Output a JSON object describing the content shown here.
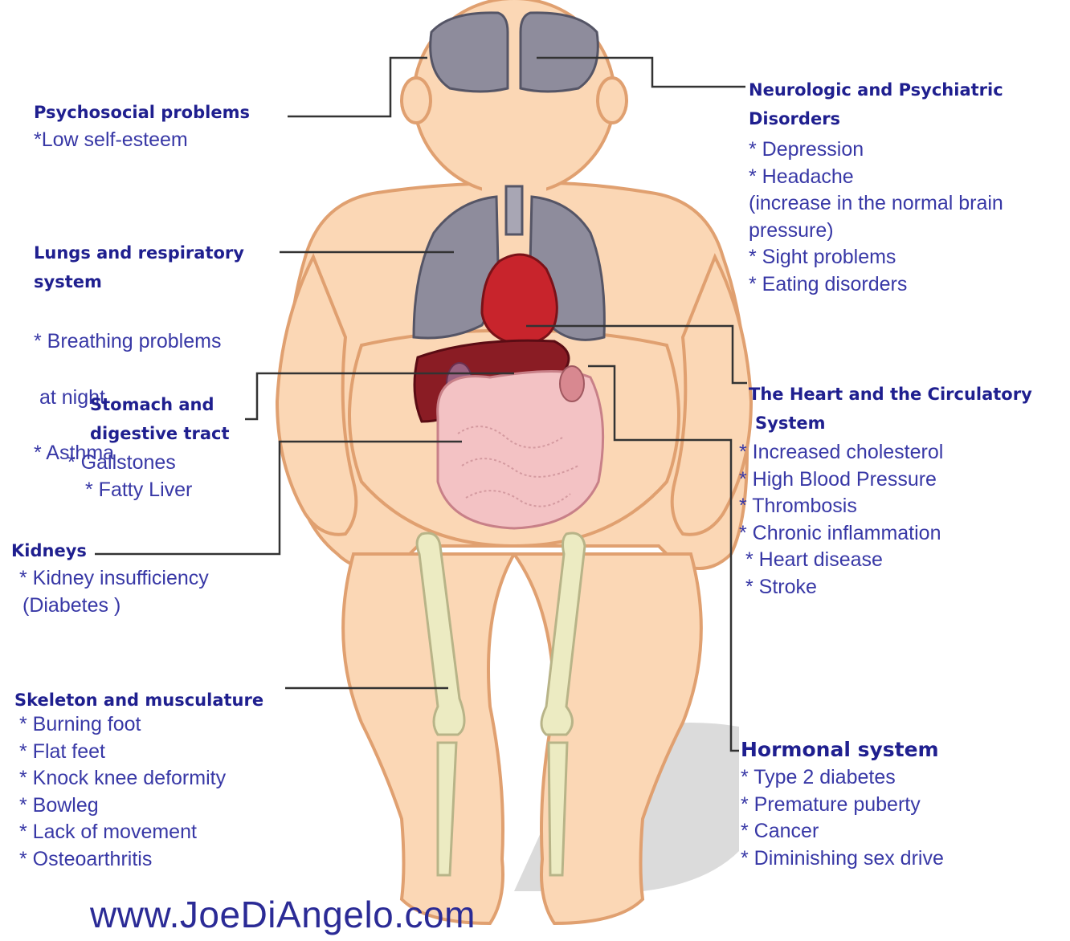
{
  "groups": {
    "psychosocial": {
      "title": "Psychosocial problems",
      "items": [
        "*Low self-esteem"
      ]
    },
    "neurologic": {
      "title_line1": "Neurologic and Psychiatric",
      "title_line2": "Disorders",
      "items": [
        "* Depression",
        "* Headache",
        "(increase in the normal brain",
        "pressure)",
        "* Sight problems",
        "* Eating disorders"
      ]
    },
    "lungs": {
      "title_line1": "Lungs and respiratory",
      "title_line2": "system",
      "items": [
        "* Breathing problems",
        " at night",
        "* Asthma"
      ]
    },
    "stomach": {
      "title_line1": "Stomach and",
      "title_line2": "digestive tract",
      "items": [
        "* Gallstones",
        "* Fatty Liver"
      ]
    },
    "heart": {
      "title_line1": "The Heart and the Circulatory",
      "title_line2": "System",
      "items": [
        "* Increased cholesterol",
        "* High Blood Pressure",
        "* Thrombosis",
        "* Chronic inflammation",
        "* Heart disease",
        "* Stroke"
      ]
    },
    "kidneys": {
      "title": "Kidneys",
      "items": [
        "* Kidney insufficiency",
        "(Diabetes )"
      ]
    },
    "skeleton": {
      "title": "Skeleton and musculature",
      "items": [
        "* Burning foot",
        "* Flat feet",
        "* Knock knee deformity",
        "* Bowleg",
        "* Lack of movement",
        "* Osteoarthritis"
      ]
    },
    "hormonal": {
      "title": "Hormonal system",
      "items": [
        "* Type 2 diabetes",
        "* Premature puberty",
        "* Cancer",
        "* Diminishing sex drive"
      ]
    }
  },
  "watermark": "www.JoeDiAngelo.com",
  "colors": {
    "skin": "#fbd7b5",
    "skin_outline": "#e0a070",
    "organ_gray": "#8e8c9c",
    "heart_red": "#c8242c",
    "liver": "#8a1c24",
    "intestine": "#f3c2c4",
    "bone": "#ecebc2",
    "label_heading": "#1f1f8f",
    "label_text": "#3838a6",
    "leader_line": "#333333"
  }
}
